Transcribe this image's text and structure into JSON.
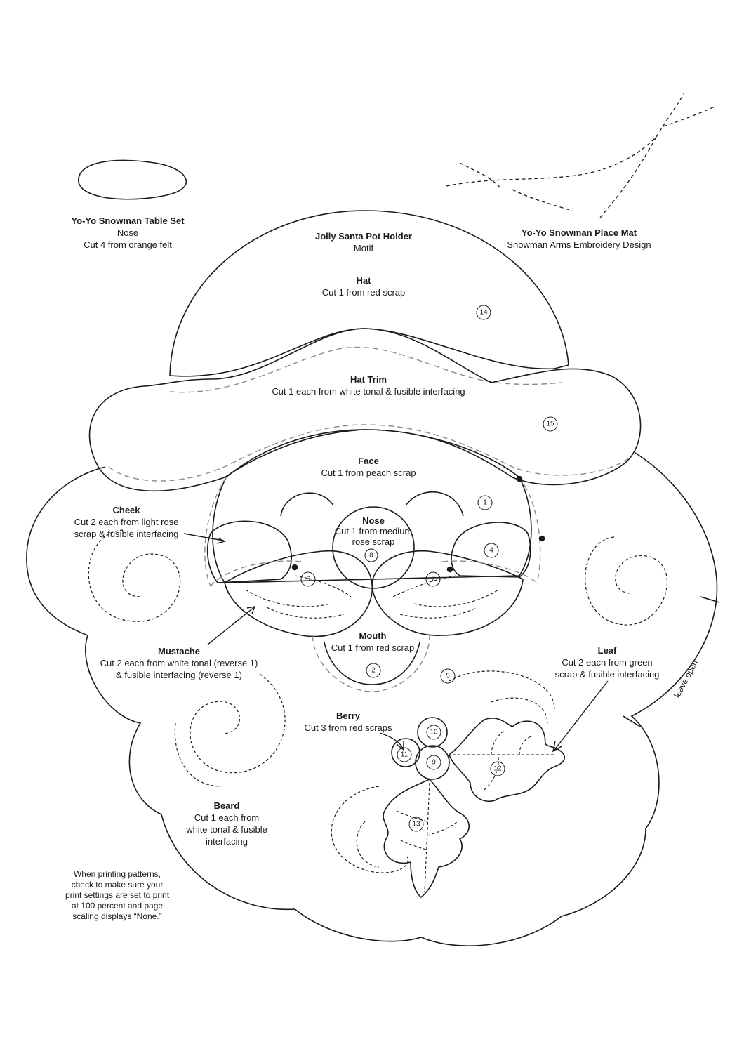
{
  "nose_template": {
    "project": "Yo-Yo Snowman Table Set",
    "piece": "Nose",
    "instruction": "Cut 4 from orange felt"
  },
  "title": {
    "project": "Jolly Santa Pot Holder",
    "subtitle": "Motif"
  },
  "embroidery": {
    "project": "Yo-Yo Snowman Place Mat",
    "subtitle": "Snowman Arms Embroidery Design"
  },
  "pieces": {
    "hat": {
      "name": "Hat",
      "instruction": "Cut 1 from red scrap",
      "number": "14"
    },
    "hat_trim": {
      "name": "Hat Trim",
      "instruction": "Cut 1 each from white tonal & fusible interfacing",
      "number": "15"
    },
    "face": {
      "name": "Face",
      "instruction": "Cut 1 from peach scrap",
      "number": "1"
    },
    "cheek": {
      "name": "Cheek",
      "instruction_1": "Cut 2 each from light rose",
      "instruction_2": "scrap & fusible interfacing",
      "numbers": [
        "4",
        "6",
        "7"
      ]
    },
    "nose": {
      "name": "Nose",
      "instruction_1": "Cut 1 from medium",
      "instruction_2": "rose scrap",
      "number": "8"
    },
    "mustache": {
      "name": "Mustache",
      "instruction_1": "Cut 2 each from white tonal (reverse 1)",
      "instruction_2": "& fusible interfacing (reverse 1)"
    },
    "mouth": {
      "name": "Mouth",
      "instruction": "Cut 1 from red scrap",
      "number": "2"
    },
    "leaf": {
      "name": "Leaf",
      "instruction_1": "Cut 2 each from green",
      "instruction_2": "scrap & fusible interfacing",
      "numbers": [
        "12",
        "13"
      ]
    },
    "berry": {
      "name": "Berry",
      "instruction": "Cut 3 from red scraps",
      "numbers": [
        "9",
        "10",
        "11"
      ]
    },
    "beard": {
      "name": "Beard",
      "instruction_1": "Cut 1 each from",
      "instruction_2": "white tonal & fusible",
      "instruction_3": "interfacing",
      "number": "5"
    }
  },
  "leave_open": "leave open",
  "print_note": {
    "line_1": "When printing patterns,",
    "line_2": "check to make sure your",
    "line_3": "print settings are set to print",
    "line_4": "at 100 percent and page",
    "line_5": "scaling displays “None.”"
  }
}
